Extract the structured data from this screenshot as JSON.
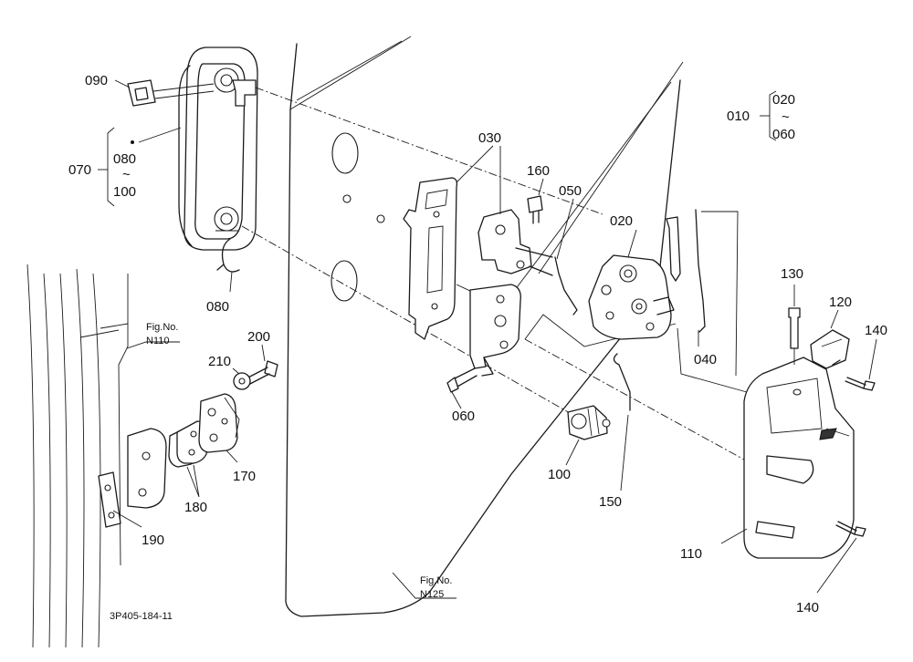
{
  "drawing_code": "3P405-184-11",
  "labels": {
    "p010": "010",
    "p020_range": "020",
    "p060_range": "060",
    "tilde1": "~",
    "p020": "020",
    "p030": "030",
    "p040": "040",
    "p050": "050",
    "p060": "060",
    "p070": "070",
    "p080_range": "080",
    "tilde2": "~",
    "p100_range": "100",
    "p080": "080",
    "p090": "090",
    "p100": "100",
    "p110": "110",
    "p120": "120",
    "p130": "130",
    "p140a": "140",
    "p140b": "140",
    "p150": "150",
    "p160": "160",
    "p170": "170",
    "p180": "180",
    "p190": "190",
    "p200": "200",
    "p210": "210"
  },
  "refs": {
    "n110_title": "Fig.No.",
    "n110_code": "N110",
    "n125_title": "Fig.No.",
    "n125_code": "N125"
  }
}
